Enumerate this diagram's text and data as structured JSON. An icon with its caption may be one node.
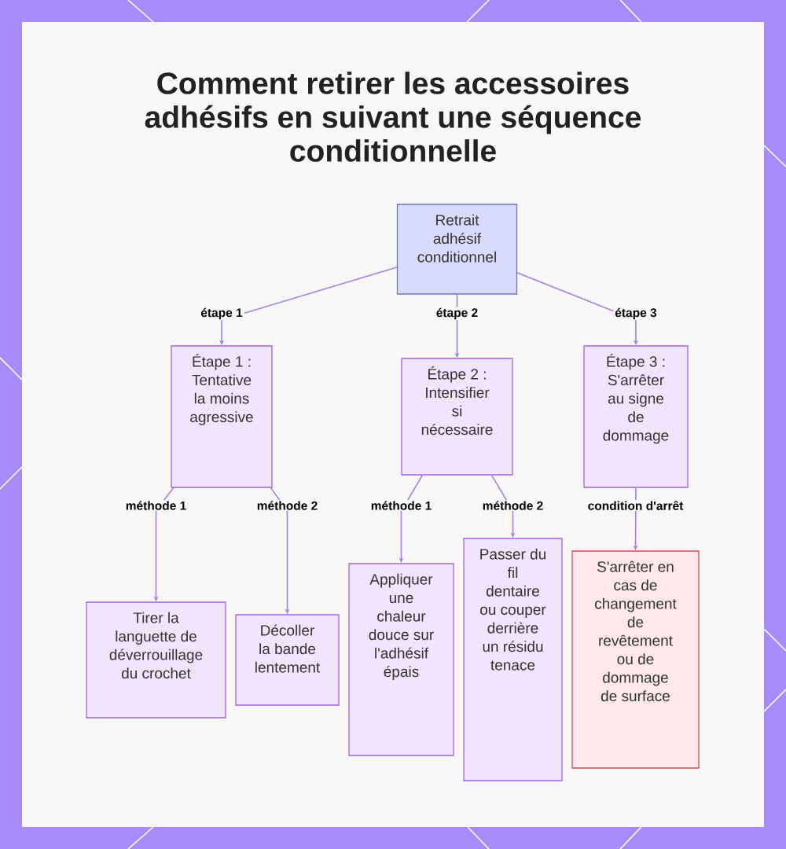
{
  "diagram": {
    "title": "Comment retirer les accessoires adhésifs en suivant une séquence conditionnelle",
    "nodes": [
      {
        "text": [
          "Retrait adhésif conditionnel"
        ]
      },
      {
        "text": [
          "Étape 1 : Tentative la moins agressive"
        ]
      },
      {
        "text": [
          "Étape 2 : Intensifier si nécessaire"
        ]
      },
      {
        "text": [
          "Étape 3 : S'arrêter au signe de dommage"
        ]
      },
      {
        "text": [
          "Tirer la languette de déverrouillage du crochet"
        ]
      },
      {
        "text": [
          "Décoller la bande lentement"
        ]
      },
      {
        "text": [
          "Appliquer une chaleur douce sur l'adhésif épais"
        ]
      },
      {
        "text": [
          "Passer du fil dentaire ou couper derrière un résidu tenace"
        ]
      },
      {
        "text": [
          "S'arrêter en cas de changement de revêtement ou de dommage de surface"
        ]
      }
    ],
    "edges": [
      {
        "from": 0,
        "to": 1,
        "arrow": "to",
        "label": "étape 1"
      },
      {
        "from": 0,
        "to": 2,
        "arrow": "to",
        "label": "étape 2"
      },
      {
        "from": 0,
        "to": 3,
        "arrow": "to",
        "label": "étape 3"
      },
      {
        "from": 1,
        "to": 4,
        "arrow": "to",
        "label": "méthode 1"
      },
      {
        "from": 1,
        "to": 5,
        "arrow": "to",
        "label": "méthode 2"
      },
      {
        "from": 2,
        "to": 6,
        "arrow": "to",
        "label": "méthode 1"
      },
      {
        "from": 2,
        "to": 7,
        "arrow": "to",
        "label": "méthode 2"
      },
      {
        "from": 3,
        "to": 8,
        "arrow": "to",
        "label": "condition d'arrêt"
      }
    ]
  }
}
